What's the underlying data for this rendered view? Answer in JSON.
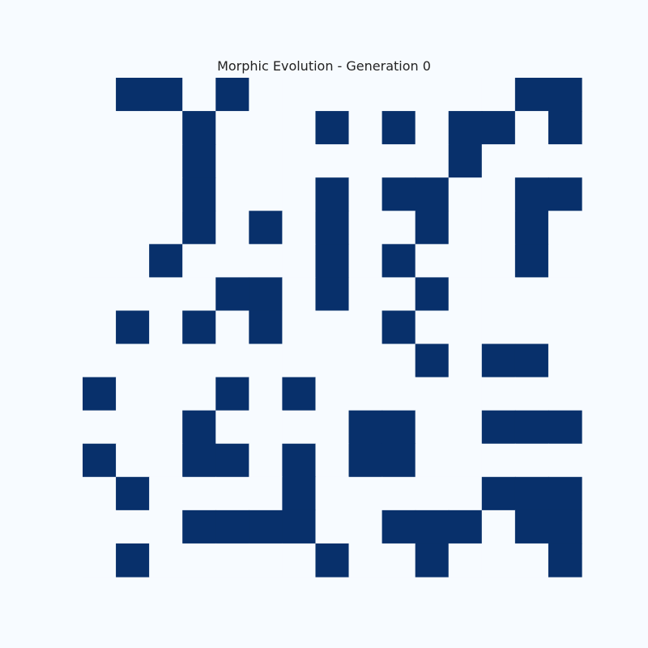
{
  "chart_data": {
    "type": "heatmap",
    "title": "Morphic Evolution - Generation 0",
    "xlabel": "",
    "ylabel": "",
    "grid": false,
    "colors": {
      "background": "#f7fbff",
      "alive": "#08306b",
      "dead": "#f7fbff"
    },
    "rows": 15,
    "cols": 15,
    "values": [
      [
        0,
        1,
        1,
        0,
        1,
        0,
        0,
        0,
        0,
        0,
        0,
        0,
        0,
        1,
        1
      ],
      [
        0,
        0,
        0,
        1,
        0,
        0,
        0,
        1,
        0,
        1,
        0,
        1,
        1,
        0,
        1
      ],
      [
        0,
        0,
        0,
        1,
        0,
        0,
        0,
        0,
        0,
        0,
        0,
        1,
        0,
        0,
        0
      ],
      [
        0,
        0,
        0,
        1,
        0,
        0,
        0,
        1,
        0,
        1,
        1,
        0,
        0,
        1,
        1
      ],
      [
        0,
        0,
        0,
        1,
        0,
        1,
        0,
        1,
        0,
        0,
        1,
        0,
        0,
        1,
        0
      ],
      [
        0,
        0,
        1,
        0,
        0,
        0,
        0,
        1,
        0,
        1,
        0,
        0,
        0,
        1,
        0
      ],
      [
        0,
        0,
        0,
        0,
        1,
        1,
        0,
        1,
        0,
        0,
        1,
        0,
        0,
        0,
        0
      ],
      [
        0,
        1,
        0,
        1,
        0,
        1,
        0,
        0,
        0,
        1,
        0,
        0,
        0,
        0,
        0
      ],
      [
        0,
        0,
        0,
        0,
        0,
        0,
        0,
        0,
        0,
        0,
        1,
        0,
        1,
        1,
        0
      ],
      [
        1,
        0,
        0,
        0,
        1,
        0,
        1,
        0,
        0,
        0,
        0,
        0,
        0,
        0,
        0
      ],
      [
        0,
        0,
        0,
        1,
        0,
        0,
        0,
        0,
        1,
        1,
        0,
        0,
        1,
        1,
        1
      ],
      [
        1,
        0,
        0,
        1,
        1,
        0,
        1,
        0,
        1,
        1,
        0,
        0,
        0,
        0,
        0
      ],
      [
        0,
        1,
        0,
        0,
        0,
        0,
        1,
        0,
        0,
        0,
        0,
        0,
        1,
        1,
        1
      ],
      [
        0,
        0,
        0,
        1,
        1,
        1,
        1,
        0,
        0,
        1,
        1,
        1,
        0,
        1,
        1
      ],
      [
        0,
        1,
        0,
        0,
        0,
        0,
        0,
        1,
        0,
        0,
        1,
        0,
        0,
        0,
        1
      ]
    ]
  }
}
